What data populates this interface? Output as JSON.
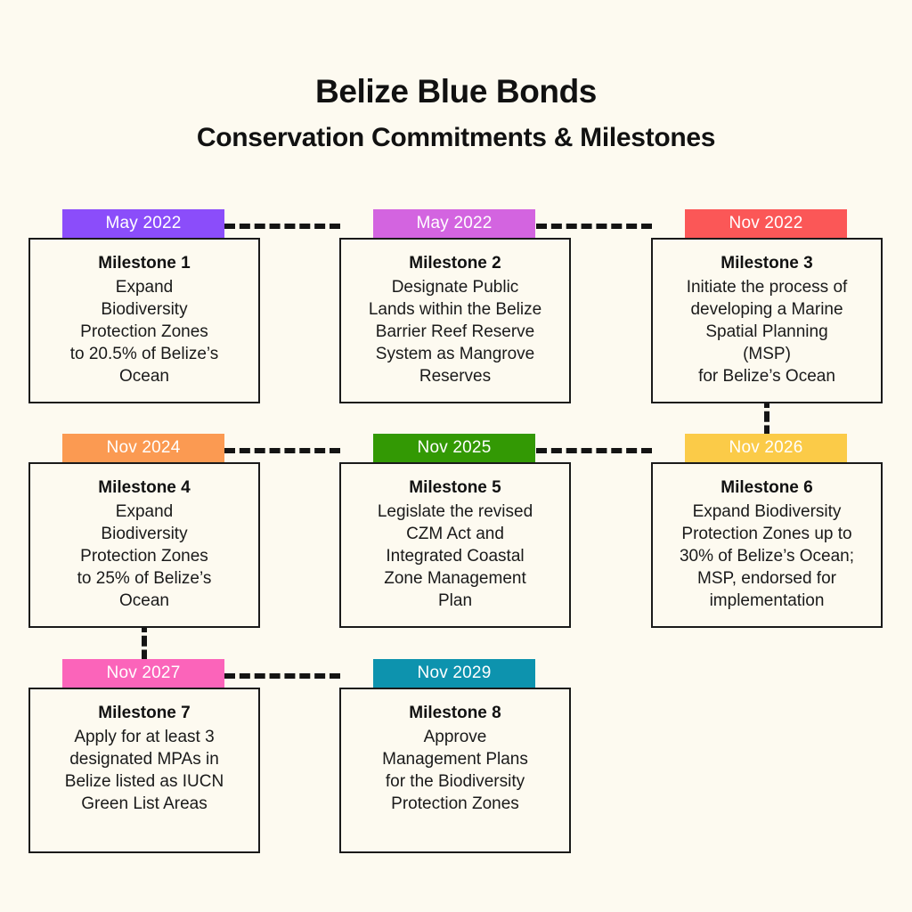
{
  "header": {
    "title": "Belize Blue Bonds",
    "subtitle": "Conservation Commitments & Milestones"
  },
  "theme": {
    "background": "#FDFAF0",
    "card_background": "#FDFAF0",
    "card_border": "#1A1A1A",
    "connector": "#141414",
    "text": "#141414",
    "chip_text": "#FFFFFF"
  },
  "milestones": [
    {
      "date": "May 2022",
      "color": "#8B4DFA",
      "title": "Milestone 1",
      "body": "Expand\nBiodiversity\nProtection Zones\nto 20.5% of Belize’s\nOcean"
    },
    {
      "date": "May 2022",
      "color": "#D364E0",
      "title": "Milestone 2",
      "body": "Designate Public\nLands within the Belize\nBarrier Reef Reserve\nSystem as Mangrove\nReserves"
    },
    {
      "date": "Nov 2022",
      "color": "#FB5757",
      "title": "Milestone 3",
      "body": "Initiate the process of\ndeveloping a Marine\nSpatial Planning\n(MSP)\nfor Belize’s Ocean"
    },
    {
      "date": "Nov 2024",
      "color": "#FB9A52",
      "title": "Milestone 4",
      "body": "Expand\nBiodiversity\nProtection Zones\nto 25% of Belize’s\nOcean"
    },
    {
      "date": "Nov 2025",
      "color": "#339904",
      "title": "Milestone 5",
      "body": "Legislate the revised\nCZM Act and\nIntegrated Coastal\nZone Management\nPlan"
    },
    {
      "date": "Nov 2026",
      "color": "#FBCB48",
      "title": "Milestone 6",
      "body": "Expand Biodiversity\nProtection Zones up to\n30% of Belize’s Ocean;\nMSP, endorsed for\nimplementation"
    },
    {
      "date": "Nov 2027",
      "color": "#FB64BA",
      "title": "Milestone 7",
      "body": "Apply for at least 3\ndesignated MPAs in\nBelize listed as IUCN\nGreen List Areas"
    },
    {
      "date": "Nov 2029",
      "color": "#0D93AE",
      "title": "Milestone 8",
      "body": "Approve\nManagement Plans\nfor the Biodiversity\nProtection Zones"
    }
  ]
}
